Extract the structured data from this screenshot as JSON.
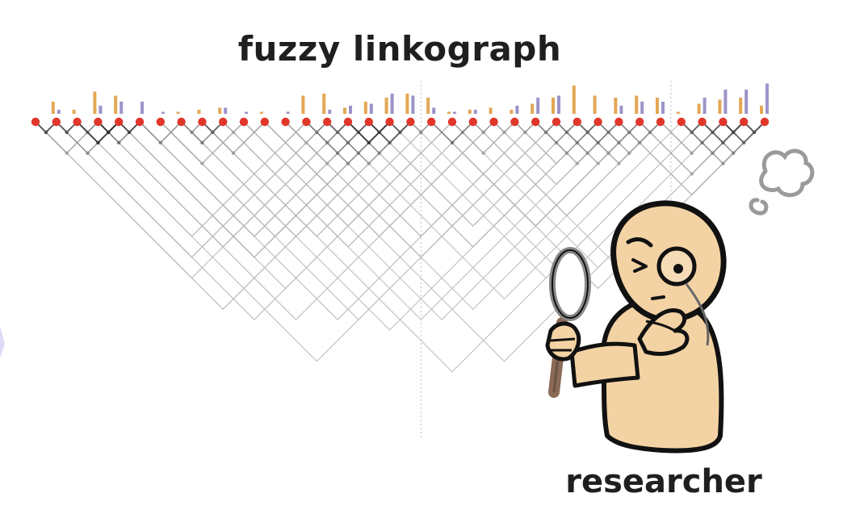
{
  "figure": {
    "title": "fuzzy linkograph",
    "caption": "researcher"
  },
  "chart_data": {
    "type": "linkograph",
    "moves": 36,
    "segment_breaks_after_move": [
      18,
      30
    ],
    "backlink_strength": [
      0.0,
      0.3,
      0.1,
      0.55,
      0.45,
      0.0,
      0.0,
      0.05,
      0.1,
      0.15,
      0.0,
      0.05,
      0.0,
      0.45,
      0.5,
      0.15,
      0.3,
      0.4,
      0.5,
      0.4,
      0.05,
      0.1,
      0.15,
      0.1,
      0.25,
      0.4,
      0.7,
      0.45,
      0.4,
      0.45,
      0.4,
      0.05,
      0.25,
      0.35,
      0.4,
      0.2
    ],
    "forelink_strength": [
      0.0,
      0.1,
      0.0,
      0.2,
      0.3,
      0.3,
      0.05,
      0.0,
      0.0,
      0.15,
      0.05,
      0.0,
      0.05,
      0.0,
      0.1,
      0.2,
      0.25,
      0.5,
      0.45,
      0.15,
      0.05,
      0.1,
      0.0,
      0.2,
      0.4,
      0.45,
      0.0,
      0.0,
      0.2,
      0.3,
      0.3,
      0.0,
      0.4,
      0.6,
      0.6,
      0.75
    ],
    "colors": {
      "node": "#e0372a",
      "backlink_bar": "#e3a755",
      "forelink_bar": "#9c94c8",
      "link_dark": "#2a2a2a",
      "link_light": "#d8d8d8",
      "divider": "#bdbdbd",
      "skin": "#f3d2a4",
      "outline": "#111111"
    },
    "links": [
      [
        0,
        1,
        0.8
      ],
      [
        1,
        2,
        0.75
      ],
      [
        2,
        3,
        0.55
      ],
      [
        3,
        4,
        1.0
      ],
      [
        4,
        5,
        0.85
      ],
      [
        2,
        4,
        0.9
      ],
      [
        3,
        5,
        0.6
      ],
      [
        1,
        4,
        0.45
      ],
      [
        0,
        3,
        0.35
      ],
      [
        5,
        7,
        0.5
      ],
      [
        7,
        8,
        0.45
      ],
      [
        8,
        9,
        0.7
      ],
      [
        7,
        9,
        0.55
      ],
      [
        9,
        10,
        0.3
      ],
      [
        10,
        11,
        0.25
      ],
      [
        8,
        11,
        0.35
      ],
      [
        6,
        10,
        0.3
      ],
      [
        11,
        13,
        0.25
      ],
      [
        12,
        14,
        0.3
      ],
      [
        13,
        14,
        0.55
      ],
      [
        14,
        15,
        0.65
      ],
      [
        15,
        16,
        0.7
      ],
      [
        16,
        17,
        0.85
      ],
      [
        17,
        18,
        0.75
      ],
      [
        13,
        15,
        0.5
      ],
      [
        14,
        16,
        0.6
      ],
      [
        15,
        17,
        0.9
      ],
      [
        16,
        18,
        0.7
      ],
      [
        13,
        16,
        0.55
      ],
      [
        14,
        17,
        0.55
      ],
      [
        15,
        18,
        0.5
      ],
      [
        13,
        17,
        0.45
      ],
      [
        14,
        18,
        0.4
      ],
      [
        12,
        16,
        0.3
      ],
      [
        11,
        17,
        0.25
      ],
      [
        10,
        15,
        0.2
      ],
      [
        9,
        14,
        0.2
      ],
      [
        18,
        19,
        0.45
      ],
      [
        19,
        21,
        0.6
      ],
      [
        20,
        21,
        0.35
      ],
      [
        21,
        22,
        0.4
      ],
      [
        22,
        23,
        0.35
      ],
      [
        20,
        23,
        0.3
      ],
      [
        23,
        24,
        0.4
      ],
      [
        24,
        25,
        0.55
      ],
      [
        25,
        26,
        0.6
      ],
      [
        26,
        27,
        0.65
      ],
      [
        27,
        28,
        0.6
      ],
      [
        28,
        29,
        0.55
      ],
      [
        29,
        30,
        0.5
      ],
      [
        24,
        26,
        0.45
      ],
      [
        25,
        27,
        0.55
      ],
      [
        26,
        28,
        0.6
      ],
      [
        27,
        29,
        0.5
      ],
      [
        28,
        30,
        0.45
      ],
      [
        24,
        27,
        0.4
      ],
      [
        25,
        28,
        0.45
      ],
      [
        26,
        29,
        0.4
      ],
      [
        27,
        30,
        0.35
      ],
      [
        24,
        28,
        0.3
      ],
      [
        25,
        29,
        0.3
      ],
      [
        26,
        30,
        0.3
      ],
      [
        23,
        27,
        0.25
      ],
      [
        22,
        28,
        0.2
      ],
      [
        31,
        32,
        0.7
      ],
      [
        32,
        33,
        0.75
      ],
      [
        33,
        34,
        0.85
      ],
      [
        34,
        35,
        0.8
      ],
      [
        31,
        33,
        0.6
      ],
      [
        32,
        34,
        0.7
      ],
      [
        33,
        35,
        0.65
      ],
      [
        31,
        34,
        0.5
      ],
      [
        32,
        35,
        0.5
      ],
      [
        31,
        35,
        0.4
      ],
      [
        30,
        33,
        0.35
      ],
      [
        29,
        34,
        0.3
      ],
      [
        28,
        35,
        0.25
      ],
      [
        21,
        30,
        0.2
      ],
      [
        19,
        29,
        0.25
      ],
      [
        16,
        26,
        0.2
      ],
      [
        15,
        27,
        0.2
      ],
      [
        13,
        24,
        0.2
      ],
      [
        12,
        25,
        0.18
      ],
      [
        11,
        22,
        0.2
      ],
      [
        10,
        20,
        0.2
      ],
      [
        9,
        21,
        0.18
      ],
      [
        8,
        19,
        0.2
      ],
      [
        7,
        18,
        0.2
      ],
      [
        6,
        17,
        0.2
      ],
      [
        5,
        16,
        0.25
      ],
      [
        4,
        17,
        0.25
      ],
      [
        3,
        15,
        0.2
      ],
      [
        2,
        13,
        0.18
      ],
      [
        1,
        14,
        0.2
      ],
      [
        0,
        15,
        0.15
      ],
      [
        4,
        20,
        0.15
      ],
      [
        3,
        22,
        0.15
      ],
      [
        5,
        24,
        0.15
      ],
      [
        6,
        25,
        0.12
      ],
      [
        7,
        27,
        0.12
      ],
      [
        9,
        28,
        0.12
      ],
      [
        10,
        29,
        0.12
      ],
      [
        12,
        30,
        0.12
      ],
      [
        14,
        31,
        0.12
      ],
      [
        17,
        32,
        0.12
      ],
      [
        18,
        33,
        0.12
      ],
      [
        20,
        34,
        0.12
      ],
      [
        21,
        35,
        0.12
      ],
      [
        0,
        18,
        0.18
      ],
      [
        1,
        20,
        0.15
      ],
      [
        2,
        25,
        0.12
      ],
      [
        8,
        32,
        0.12
      ],
      [
        11,
        34,
        0.12
      ],
      [
        19,
        35,
        0.15
      ]
    ]
  }
}
